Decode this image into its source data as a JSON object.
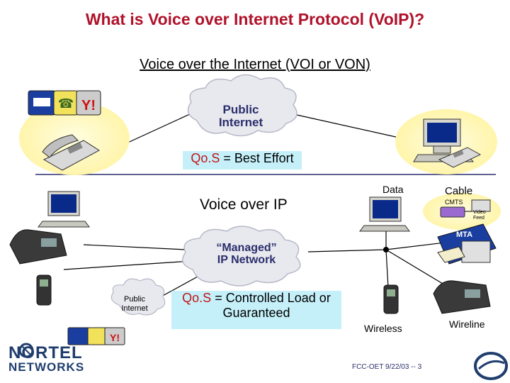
{
  "title": "What is Voice over Internet Protocol (VoIP)?",
  "top_section": {
    "heading": "Voice over the Internet (VOI or VON)",
    "cloud_label": "Public\nInternet",
    "qos_prefix": "Qo.S",
    "qos_rest": " = Best Effort"
  },
  "bottom_section": {
    "heading": "Voice over IP",
    "managed_cloud_label": "“Managed”\nIP Network",
    "public_cloud_label": "Public\nInternet",
    "qos_prefix": "Qo.S",
    "qos_rest": " = Controlled Load or\nGuaranteed",
    "labels": {
      "data": "Data",
      "cable": "Cable",
      "cmts": "CMTS",
      "video_feed": "Video\nFeed",
      "mta": "MTA",
      "wireless": "Wireless",
      "wireline": "Wireline"
    }
  },
  "footer": {
    "logo_line1": "NORTEL",
    "logo_line2": "NETWORKS",
    "text": "FCC-OET 9/22/03 -- 3"
  },
  "colors": {
    "title": "#b0122a",
    "qos_box": "#c5f0fa",
    "ellipse": "#fff8b0",
    "cloud": "#e6e6ee",
    "nortel": "#1f3e6e"
  }
}
